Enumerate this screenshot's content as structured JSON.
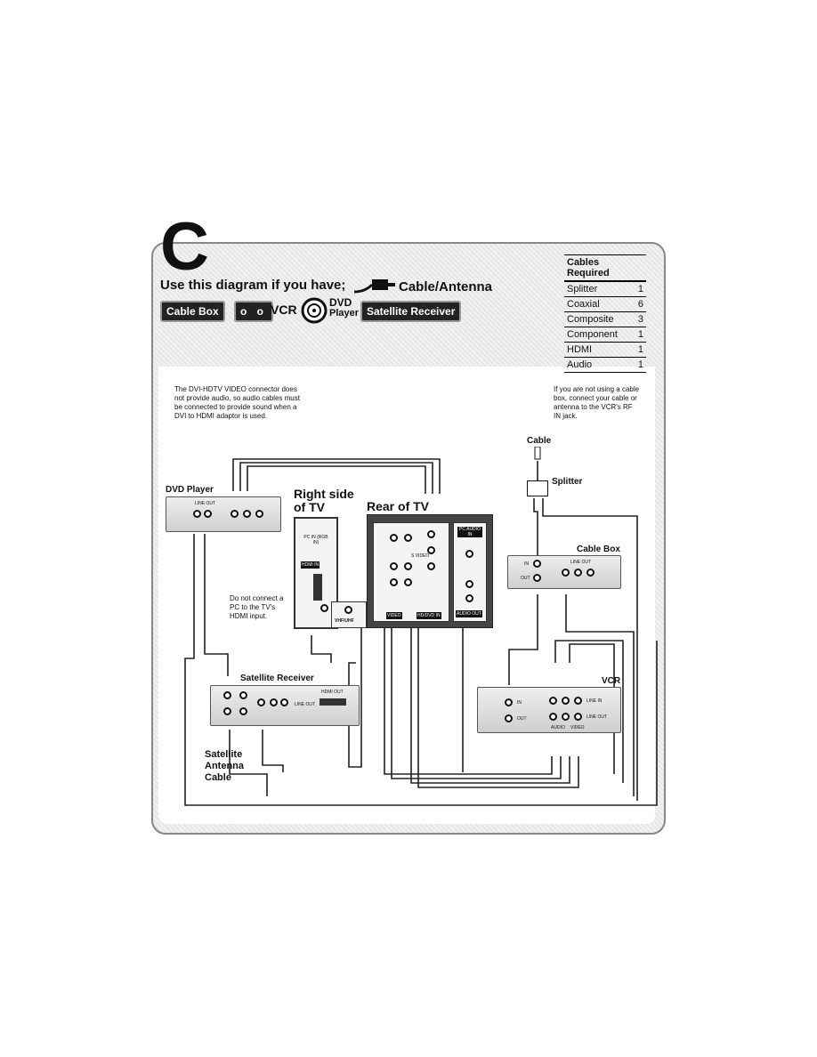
{
  "header": {
    "letter": "C",
    "headline": "Use this diagram if you have;",
    "cable_antenna": "Cable/Antenna",
    "devices": {
      "cable_box": "Cable Box",
      "vcr_glyph": "o o",
      "vcr": "VCR",
      "dvd_top": "DVD",
      "dvd_bottom": "Player",
      "satellite": "Satellite Receiver"
    }
  },
  "cables_required": {
    "title": "Cables Required",
    "rows": [
      {
        "name": "Splitter",
        "qty": "1"
      },
      {
        "name": "Coaxial",
        "qty": "6"
      },
      {
        "name": "Composite",
        "qty": "3"
      },
      {
        "name": "Component",
        "qty": "1"
      },
      {
        "name": "HDMI",
        "qty": "1"
      },
      {
        "name": "Audio",
        "qty": "1"
      }
    ]
  },
  "notes": {
    "dvi": "The DVI-HDTV VIDEO connector does not provide audio, so audio cables must be connected to provide sound when a DVI to HDMI adaptor is used.",
    "cable_box": "If you are not using a cable box, connect your cable or antenna to the VCR's RF IN jack.",
    "pc": "Do not connect a PC to the TV's HDMI input."
  },
  "labels": {
    "dvd_player": "DVD Player",
    "right_side_1": "Right side",
    "right_side_2": "of TV",
    "rear_tv": "Rear of TV",
    "cable": "Cable",
    "splitter": "Splitter",
    "cable_box": "Cable Box",
    "satellite_receiver": "Satellite Receiver",
    "vcr": "VCR",
    "sat_ant_1": "Satellite",
    "sat_ant_2": "Antenna",
    "sat_ant_3": "Cable",
    "vhf_uhf": "VHF/UHF",
    "pc_in": "PC IN (RGB IN)",
    "hdmi_in": "HDMI IN",
    "pc_audio_in": "PC AUDIO IN",
    "audio_out": "AUDIO OUT",
    "video": "VIDEO",
    "s_video": "S VIDEO",
    "hddvd_in": "HD/DVD IN",
    "line_out": "LINE OUT",
    "line_in": "LINE IN",
    "hdmi_out": "HDMI OUT",
    "in": "IN",
    "out": "OUT",
    "audio": "AUDIO"
  }
}
